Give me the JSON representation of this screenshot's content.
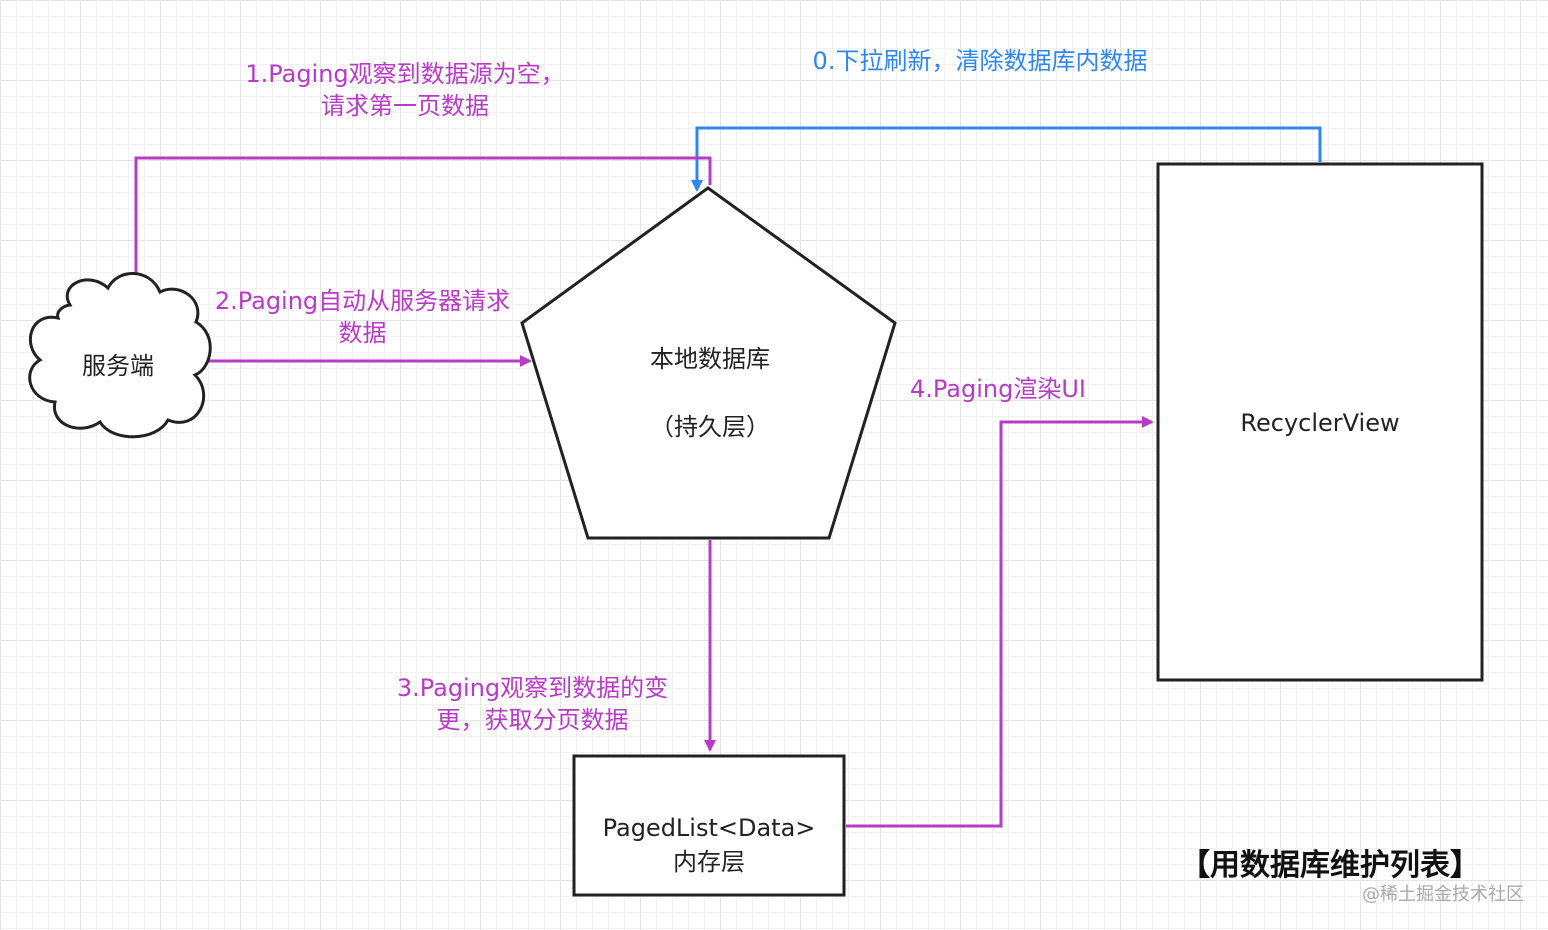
{
  "colors": {
    "purple": "#b83bc7",
    "blue": "#2e86f0",
    "stroke": "#222222"
  },
  "nodes": {
    "server": "服务端",
    "local_db": "本地数据库\n\n（持久层）",
    "recycler": "RecyclerView",
    "paged_list": "PagedList<Data>\n内存层"
  },
  "edges": {
    "step0": "0.下拉刷新，清除数据库内数据",
    "step1": "1.Paging观察到数据源为空，\n请求第一页数据",
    "step2": "2.Paging自动从服务器请求\n数据",
    "step3": "3.Paging观察到数据的变\n更，获取分页数据",
    "step4": "4.Paging渲染UI"
  },
  "caption": "【用数据库维护列表】",
  "watermark": "@稀土掘金技术社区"
}
